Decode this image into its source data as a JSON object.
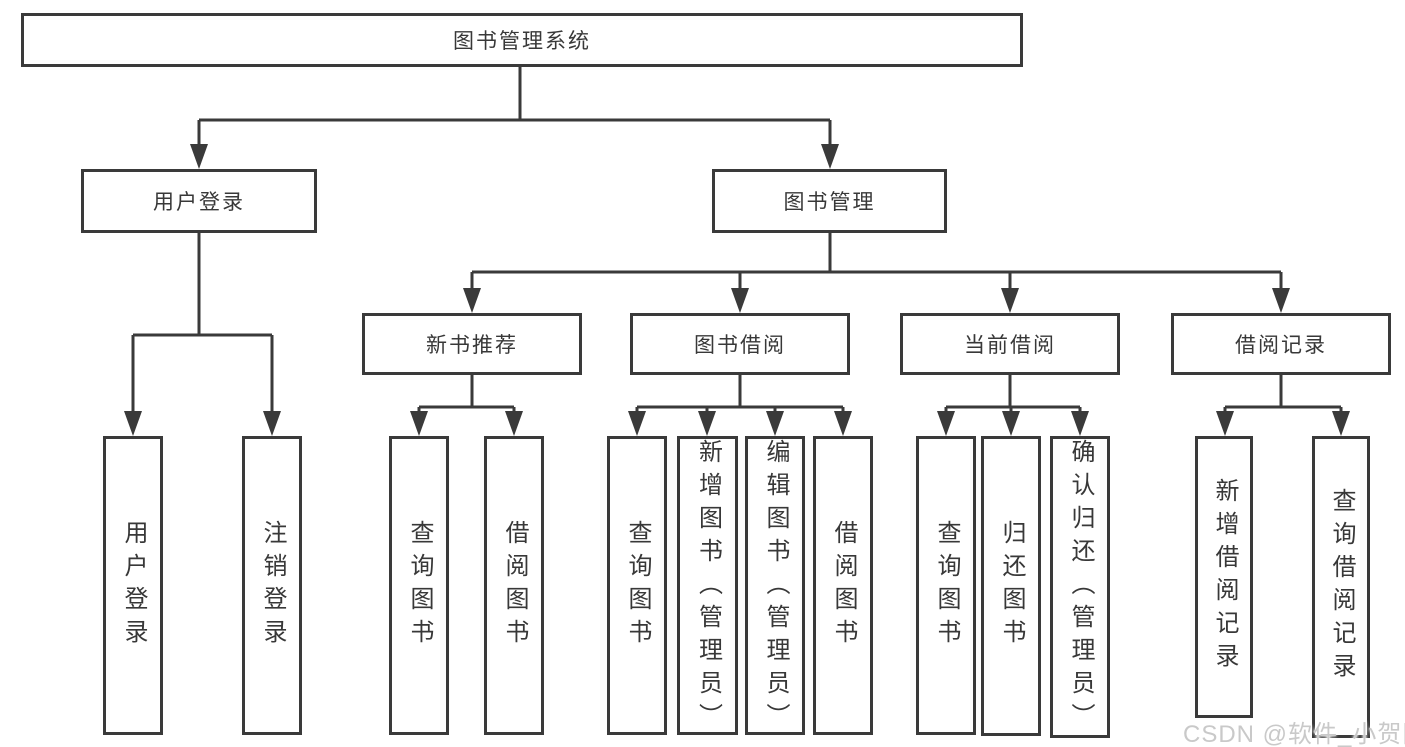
{
  "tree": {
    "root": {
      "label": "图书管理系统"
    },
    "user_login": {
      "label": "用户登录",
      "children": [
        "用户登录",
        "注销登录"
      ]
    },
    "book_management": {
      "label": "图书管理",
      "sections": [
        {
          "label": "新书推荐",
          "children": [
            "查询图书",
            "借阅图书"
          ]
        },
        {
          "label": "图书借阅",
          "children": [
            "查询图书",
            "新增图书（管理员）",
            "编辑图书（管理员）",
            "借阅图书"
          ]
        },
        {
          "label": "当前借阅",
          "children": [
            "查询图书",
            "归还图书",
            "确认归还（管理员）"
          ]
        },
        {
          "label": "借阅记录",
          "children": [
            "新增借阅记录",
            "查询借阅记录"
          ]
        }
      ]
    }
  },
  "watermark": {
    "text": "CSDN @软件_小贺同学"
  },
  "colors": {
    "line": "#3a3a3a",
    "text": "#383838",
    "watermark": "#c9c9c9",
    "background": "#ffffff"
  }
}
